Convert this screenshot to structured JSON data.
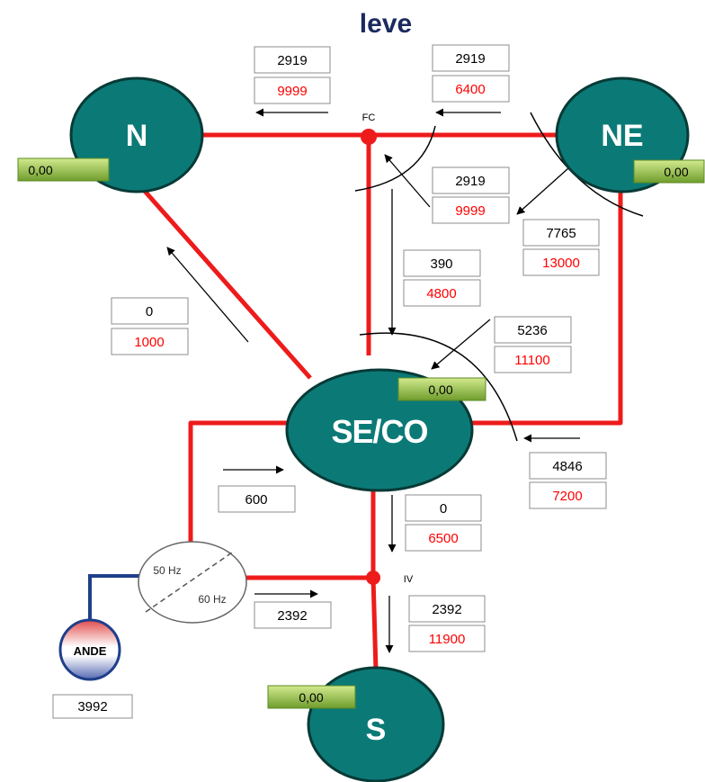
{
  "title": "leve",
  "colors": {
    "node_fill": "#0b7a77",
    "node_stroke": "#073a36",
    "line": "#ee1b1b",
    "limit_text": "#ff0000",
    "flow_text": "#000000",
    "title": "#1b2a5e",
    "badge_light": "#b5d66a",
    "badge_dark": "#6f9d2d",
    "ande_top": "#e45a5a",
    "ande_bottom": "#5b6fb5"
  },
  "nodes": {
    "n": "N",
    "ne": "NE",
    "seco": "SE/CO",
    "s": "S"
  },
  "badges": {
    "n": "0,00",
    "ne": "0,00",
    "seco": "0,00",
    "s": "0,00"
  },
  "junctions": {
    "fc": "FC",
    "iv": "IV"
  },
  "converter": {
    "top": "50 Hz",
    "bottom": "60 Hz"
  },
  "ande": {
    "label": "ANDE",
    "value": "3992"
  },
  "flows": {
    "fc_to_n": {
      "flow": "2919",
      "limit": "9999"
    },
    "ne_to_fc": {
      "flow": "2919",
      "limit": "6400"
    },
    "seco_to_fc": {
      "flow": "2919",
      "limit": "9999"
    },
    "ne_to_seco_diag": {
      "flow": "7765",
      "limit": "13000"
    },
    "fc_to_seco": {
      "flow": "390",
      "limit": "4800"
    },
    "seco_to_n": {
      "flow": "0",
      "limit": "1000"
    },
    "into_seco": {
      "flow": "5236",
      "limit": "11100"
    },
    "ne_to_seco": {
      "flow": "4846",
      "limit": "7200"
    },
    "conv_to_seco": {
      "flow": "600"
    },
    "seco_to_iv": {
      "flow": "0",
      "limit": "6500"
    },
    "conv_to_iv": {
      "flow": "2392"
    },
    "iv_to_s": {
      "flow": "2392",
      "limit": "11900"
    }
  }
}
